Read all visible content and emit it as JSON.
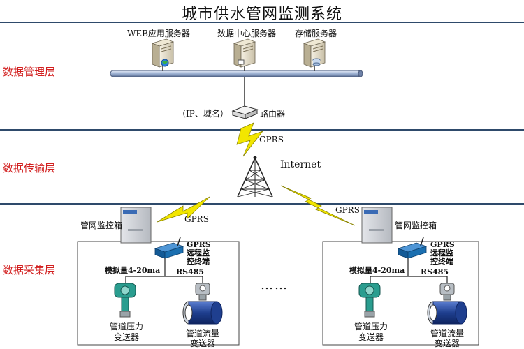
{
  "title": "城市供水管网监测系统",
  "layers": {
    "management": "数据管理层",
    "transmission": "数据传输层",
    "collection": "数据采集层"
  },
  "servers": {
    "web": "WEB应用服务器",
    "data_center": "数据中心服务器",
    "storage": "存储服务器"
  },
  "router": {
    "ip_label": "（IP、域名）",
    "router_label": "路由器"
  },
  "transmission": {
    "gprs_top": "GPRS",
    "internet": "Internet",
    "gprs_left": "GPRS",
    "gprs_right": "GPRS"
  },
  "sites": {
    "left": {
      "box_label": "管网监控箱",
      "terminal_line1": "GPRS",
      "terminal_line2": "远程监",
      "terminal_line3": "控终端",
      "analog": "模拟量4-20ma",
      "rs485": "RS485",
      "pressure_line1": "管道压力",
      "pressure_line2": "变送器",
      "flow_line1": "管道流量",
      "flow_line2": "变送器"
    },
    "right": {
      "box_label": "管网监控箱",
      "terminal_line1": "GPRS",
      "terminal_line2": "远程监",
      "terminal_line3": "控终端",
      "analog": "模拟量4-20ma",
      "rs485": "RS485",
      "pressure_line1": "管道压力",
      "pressure_line2": "变送器",
      "flow_line1": "管道流量",
      "flow_line2": "变送器"
    }
  },
  "ellipsis": "……",
  "colors": {
    "layer_label": "#d21f1f",
    "layer_line": "#2e4a6b",
    "bolt": "#f2e600",
    "transmitter_teal": "#2a9d8f",
    "flow_blue": "#1f3f8f",
    "terminal_blue": "#1a6fb0"
  }
}
